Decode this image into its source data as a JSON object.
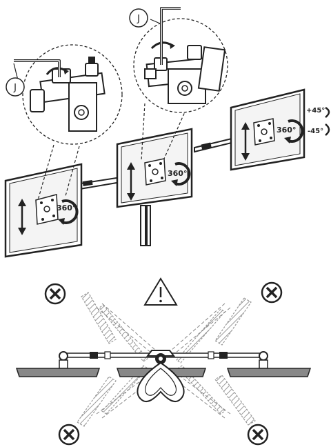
{
  "tool_labels": {
    "left": "J",
    "top": "J"
  },
  "rotation_labels": {
    "left": "360°",
    "center": "360°",
    "right": "360°"
  },
  "tilt_labels": {
    "up": "+45°",
    "down": "-45°"
  },
  "icons": {
    "warning": "warning-triangle-icon",
    "prohibited": "prohibited-x-icon",
    "hex_key": "hex-key-icon"
  },
  "colors": {
    "line": "#222222",
    "screen": "#f4f4f4",
    "hatch": "#9a9a9a",
    "dash": "#777777"
  }
}
